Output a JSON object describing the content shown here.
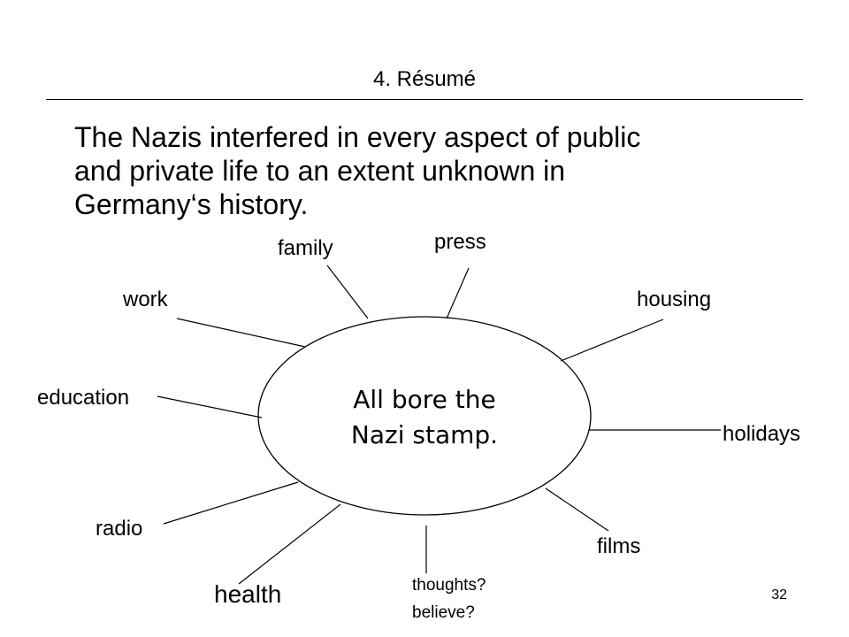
{
  "slide": {
    "title": "4. Résumé",
    "intro_lines": [
      "The Nazis interfered in every aspect of public",
      "and private life to an extent unknown in",
      "Germany‘s history."
    ],
    "center_lines": [
      "All bore the",
      "Nazi stamp."
    ],
    "page_number": "32"
  },
  "diagram": {
    "spokes": [
      "family",
      "press",
      "work",
      "housing",
      "education",
      "holidays",
      "radio",
      "films",
      "health",
      "thoughts? believe?"
    ],
    "labels": {
      "family": "family",
      "press": "press",
      "work": "work",
      "housing": "housing",
      "education": "education",
      "holidays": "holidays",
      "radio": "radio",
      "films": "films",
      "health": "health",
      "thoughts": "thoughts?",
      "believe": "believe?"
    }
  }
}
